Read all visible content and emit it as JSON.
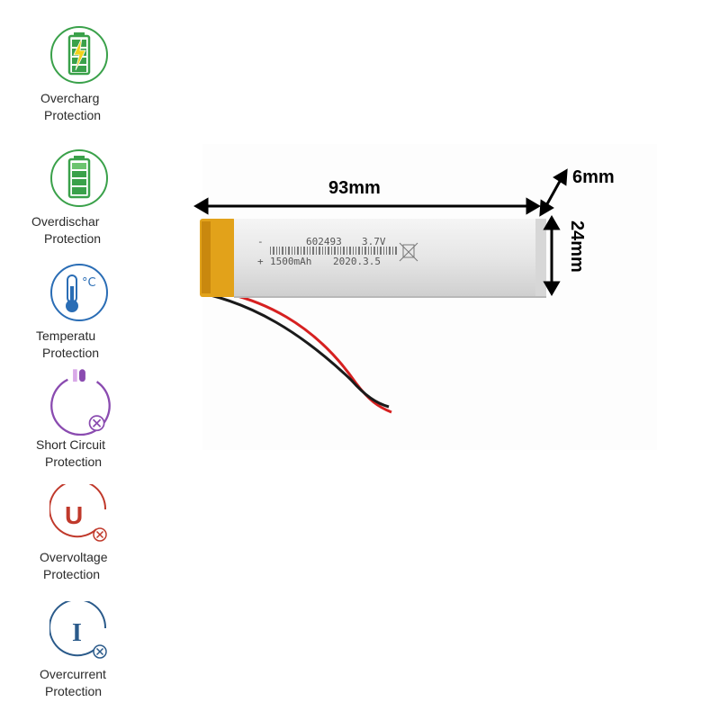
{
  "features": [
    {
      "line1": "Overcharg",
      "line2": "Protection",
      "icon": "battery-charge-icon",
      "color": "#3aa14a"
    },
    {
      "line1": "Overdischar",
      "line2": "Protection",
      "icon": "battery-full-icon",
      "color": "#3aa14a"
    },
    {
      "line1": "Temperatu",
      "line2": "Protection",
      "icon": "thermometer-icon",
      "color": "#2a6db5"
    },
    {
      "line1": "Short Circuit",
      "line2": "Protection",
      "icon": "short-circuit-icon",
      "color": "#8a4bb0"
    },
    {
      "line1": "Overvoltage",
      "line2": "Protection",
      "icon": "voltage-icon",
      "color": "#c0392b"
    },
    {
      "line1": "Overcurrent",
      "line2": "Protection",
      "icon": "current-icon",
      "color": "#2a5a8a"
    }
  ],
  "icon_text": {
    "celsius": "°C",
    "voltage_letter": "U",
    "current_letter": "I"
  },
  "dimensions": {
    "length": "93mm",
    "thickness": "6mm",
    "width": "24mm"
  },
  "battery_print": {
    "minus": "-",
    "model": "602493",
    "voltage": "3.7V",
    "plus": "+",
    "capacity": "1500mAh",
    "date": "2020.3.5"
  }
}
